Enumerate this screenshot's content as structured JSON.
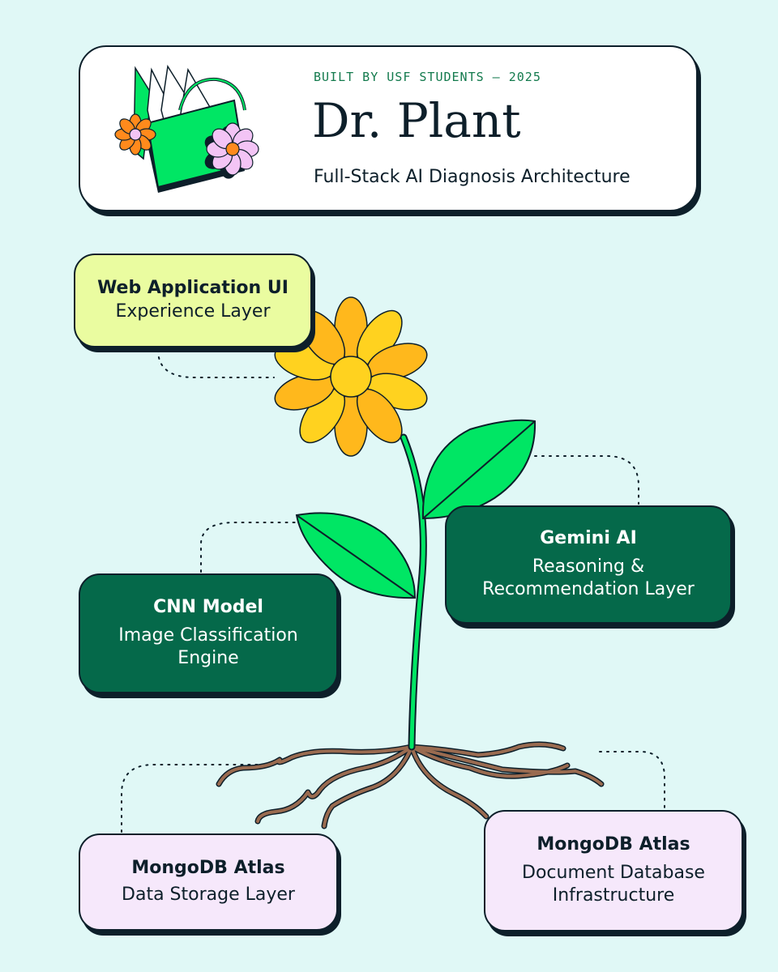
{
  "header": {
    "eyebrow": "BUILT BY USF STUDENTS – 2025",
    "title": "Dr. Plant",
    "subtitle": "Full-Stack AI Diagnosis Architecture"
  },
  "layers": {
    "web": {
      "title": "Web Application UI",
      "subtitle": "Experience Layer"
    },
    "gemini": {
      "title": "Gemini AI",
      "subtitle_line1": "Reasoning &",
      "subtitle_line2": "Recommendation Layer"
    },
    "cnn": {
      "title": "CNN Model",
      "subtitle_line1": "Image Classification",
      "subtitle_line2": "Engine"
    },
    "mongo_storage": {
      "title": "MongoDB Atlas",
      "subtitle": "Data Storage Layer"
    },
    "mongo_infra": {
      "title": "MongoDB Atlas",
      "subtitle_line1": "Document Database",
      "subtitle_line2": "Infrastructure"
    }
  },
  "colors": {
    "background": "#e0f8f6",
    "ink": "#0d1f2a",
    "dark_green": "#05694a",
    "leaf_green": "#00e664",
    "petal_yellow": "#ffd21f",
    "petal_orange": "#ffb81c",
    "root_brown": "#9a6b50",
    "card_yellow": "#eafca0",
    "card_pink": "#f6e8fb"
  },
  "icons": {
    "header_art": "plant-book-flowers-icon",
    "main_illustration": "flower-plant-with-roots"
  }
}
